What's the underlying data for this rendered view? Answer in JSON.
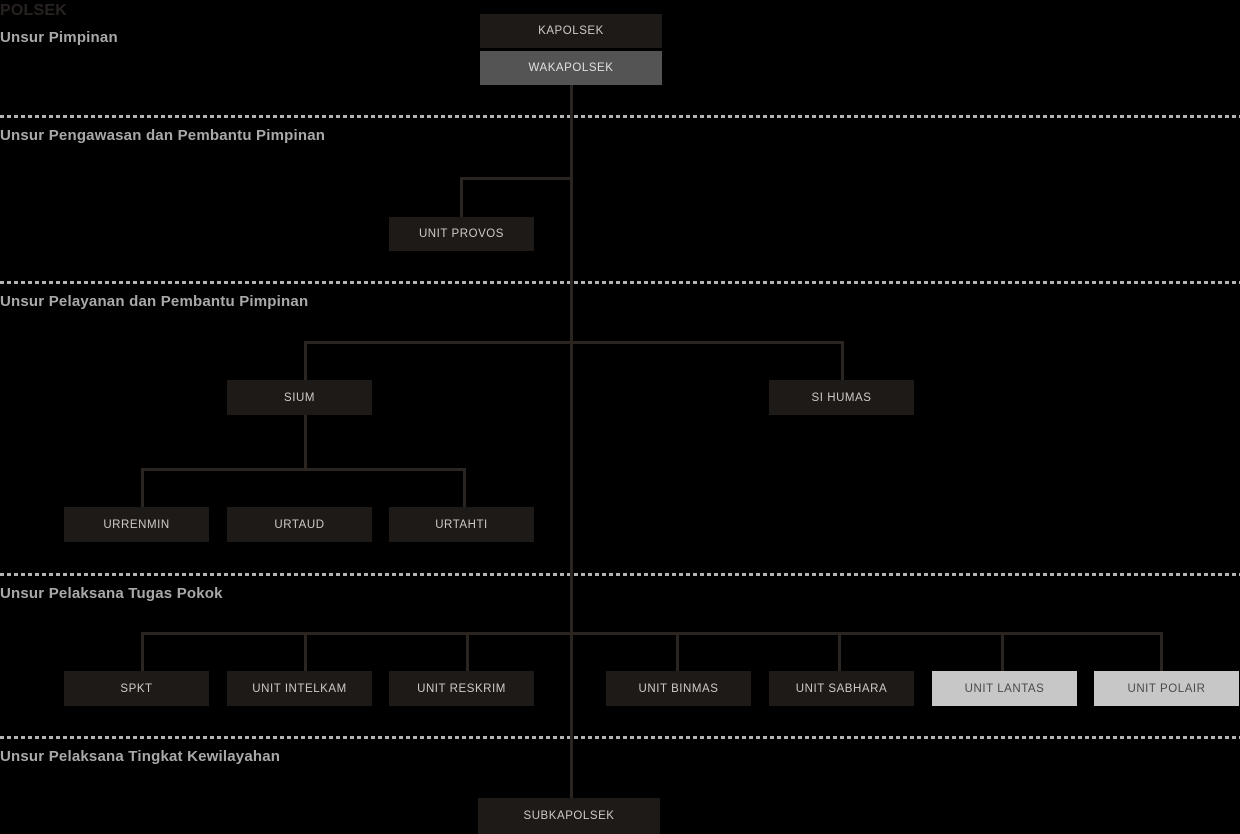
{
  "title": "POLSEK",
  "colors": {
    "background": "#000000",
    "node_dark_bg": "#1e1a18",
    "node_dark_text": "#cfc9c5",
    "node_mid_bg": "#545454",
    "node_mid_text": "#e2e0de",
    "node_light_bg": "#c7c7c7",
    "node_light_text": "#4a4a4a",
    "connector": "#2b2522",
    "divider": "#b3b3b3",
    "band_label": "#a9a9a9",
    "root_label": "#272220"
  },
  "chart_data": {
    "type": "diagram",
    "title": "POLSEK",
    "bands": [
      {
        "label": "Unsur Pimpinan"
      },
      {
        "label": "Unsur Pengawasan dan Pembantu Pimpinan"
      },
      {
        "label": "Unsur Pelayanan dan Pembantu Pimpinan"
      },
      {
        "label": "Unsur Pelaksana Tugas Pokok"
      },
      {
        "label": "Unsur Pelaksana Tingkat Kewilayahan"
      }
    ],
    "nodes": [
      {
        "id": "kapolsek",
        "label": "KAPOLSEK",
        "band": 0,
        "style": "dark"
      },
      {
        "id": "wakapolsek",
        "label": "WAKAPOLSEK",
        "band": 0,
        "style": "mid"
      },
      {
        "id": "unit-provos",
        "label": "UNIT PROVOS",
        "band": 1,
        "style": "dark"
      },
      {
        "id": "sium",
        "label": "SIUM",
        "band": 2,
        "style": "dark"
      },
      {
        "id": "si-humas",
        "label": "SI HUMAS",
        "band": 2,
        "style": "dark"
      },
      {
        "id": "urrenmin",
        "label": "URRENMIN",
        "band": 2,
        "style": "dark"
      },
      {
        "id": "urtaud",
        "label": "URTAUD",
        "band": 2,
        "style": "dark"
      },
      {
        "id": "urtahti",
        "label": "URTAHTI",
        "band": 2,
        "style": "dark"
      },
      {
        "id": "spkt",
        "label": "SPKT",
        "band": 3,
        "style": "dark"
      },
      {
        "id": "unit-intelkam",
        "label": "UNIT INTELKAM",
        "band": 3,
        "style": "dark"
      },
      {
        "id": "unit-reskrim",
        "label": "UNIT RESKRIM",
        "band": 3,
        "style": "dark"
      },
      {
        "id": "unit-binmas",
        "label": "UNIT BINMAS",
        "band": 3,
        "style": "dark"
      },
      {
        "id": "unit-sabhara",
        "label": "UNIT SABHARA",
        "band": 3,
        "style": "dark"
      },
      {
        "id": "unit-lantas",
        "label": "UNIT LANTAS",
        "band": 3,
        "style": "light"
      },
      {
        "id": "unit-polair",
        "label": "UNIT POLAIR",
        "band": 3,
        "style": "light"
      },
      {
        "id": "subkapolsek",
        "label": "SUBKAPOLSEK",
        "band": 4,
        "style": "dark"
      }
    ],
    "edges": [
      {
        "from": "kapolsek",
        "to": "wakapolsek"
      },
      {
        "from": "wakapolsek",
        "to": "unit-provos"
      },
      {
        "from": "wakapolsek",
        "to": "sium"
      },
      {
        "from": "wakapolsek",
        "to": "si-humas"
      },
      {
        "from": "sium",
        "to": "urrenmin"
      },
      {
        "from": "sium",
        "to": "urtaud"
      },
      {
        "from": "sium",
        "to": "urtahti"
      },
      {
        "from": "wakapolsek",
        "to": "spkt"
      },
      {
        "from": "wakapolsek",
        "to": "unit-intelkam"
      },
      {
        "from": "wakapolsek",
        "to": "unit-reskrim"
      },
      {
        "from": "wakapolsek",
        "to": "unit-binmas"
      },
      {
        "from": "wakapolsek",
        "to": "unit-sabhara"
      },
      {
        "from": "wakapolsek",
        "to": "unit-lantas"
      },
      {
        "from": "wakapolsek",
        "to": "unit-polair"
      },
      {
        "from": "wakapolsek",
        "to": "subkapolsek"
      }
    ]
  }
}
